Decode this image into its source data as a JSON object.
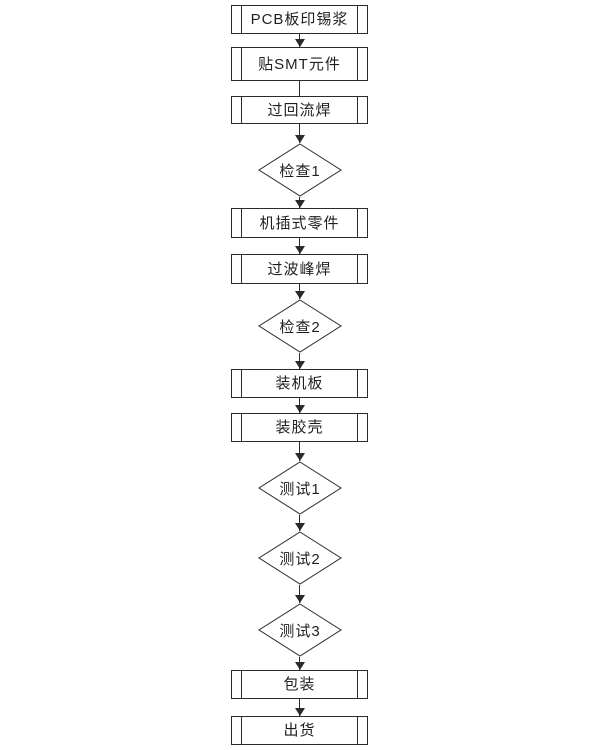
{
  "diagram": {
    "type": "flowchart",
    "orientation": "top-down",
    "colors": {
      "line": "#2a2a2a",
      "fill": "#ffffff",
      "background": "#ffffff",
      "text": "#1f1f1f"
    },
    "nodes": [
      {
        "label": "PCB板印锡浆",
        "shape": "predefined-process"
      },
      {
        "label": "贴SMT元件",
        "shape": "predefined-process"
      },
      {
        "label": "过回流焊",
        "shape": "predefined-process"
      },
      {
        "label": "检查1",
        "shape": "decision"
      },
      {
        "label": "机插式零件",
        "shape": "predefined-process"
      },
      {
        "label": "过波峰焊",
        "shape": "predefined-process"
      },
      {
        "label": "检查2",
        "shape": "decision"
      },
      {
        "label": "装机板",
        "shape": "predefined-process"
      },
      {
        "label": "装胶壳",
        "shape": "predefined-process"
      },
      {
        "label": "测试1",
        "shape": "decision"
      },
      {
        "label": "测试2",
        "shape": "decision"
      },
      {
        "label": "测试3",
        "shape": "decision"
      },
      {
        "label": "包装",
        "shape": "predefined-process"
      },
      {
        "label": "出货",
        "shape": "predefined-process"
      }
    ],
    "edges": [
      {
        "from": 0,
        "to": 1,
        "arrowhead": true
      },
      {
        "from": 1,
        "to": 2,
        "arrowhead": false
      },
      {
        "from": 2,
        "to": 3,
        "arrowhead": true
      },
      {
        "from": 3,
        "to": 4,
        "arrowhead": true
      },
      {
        "from": 4,
        "to": 5,
        "arrowhead": true
      },
      {
        "from": 5,
        "to": 6,
        "arrowhead": true
      },
      {
        "from": 6,
        "to": 7,
        "arrowhead": true
      },
      {
        "from": 7,
        "to": 8,
        "arrowhead": true
      },
      {
        "from": 8,
        "to": 9,
        "arrowhead": true
      },
      {
        "from": 9,
        "to": 10,
        "arrowhead": true
      },
      {
        "from": 10,
        "to": 11,
        "arrowhead": true
      },
      {
        "from": 11,
        "to": 12,
        "arrowhead": true
      },
      {
        "from": 12,
        "to": 13,
        "arrowhead": true
      }
    ]
  }
}
